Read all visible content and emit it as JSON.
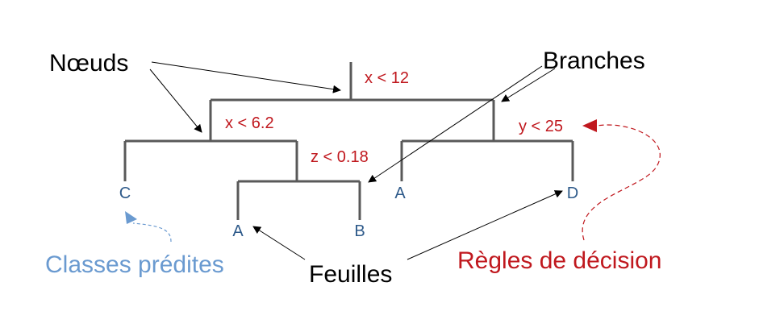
{
  "rules": {
    "root": "x < 12",
    "left": "x < 6.2",
    "mid": "z < 0.18",
    "right": "y < 25"
  },
  "leaves": {
    "c": "C",
    "a": "A",
    "b": "B",
    "a2": "A",
    "d": "D"
  },
  "callouts": {
    "nodes": "Nœuds",
    "branches": "Branches",
    "leaves": "Feuilles",
    "classes": "Classes prédites",
    "rules": "Règles de décision"
  },
  "colors": {
    "tree": "#595959",
    "rule": "#c0181e",
    "leaf": "#2e5a8a",
    "classes": "#6a9ad0",
    "rules_label": "#c0181e",
    "text": "#000000"
  }
}
